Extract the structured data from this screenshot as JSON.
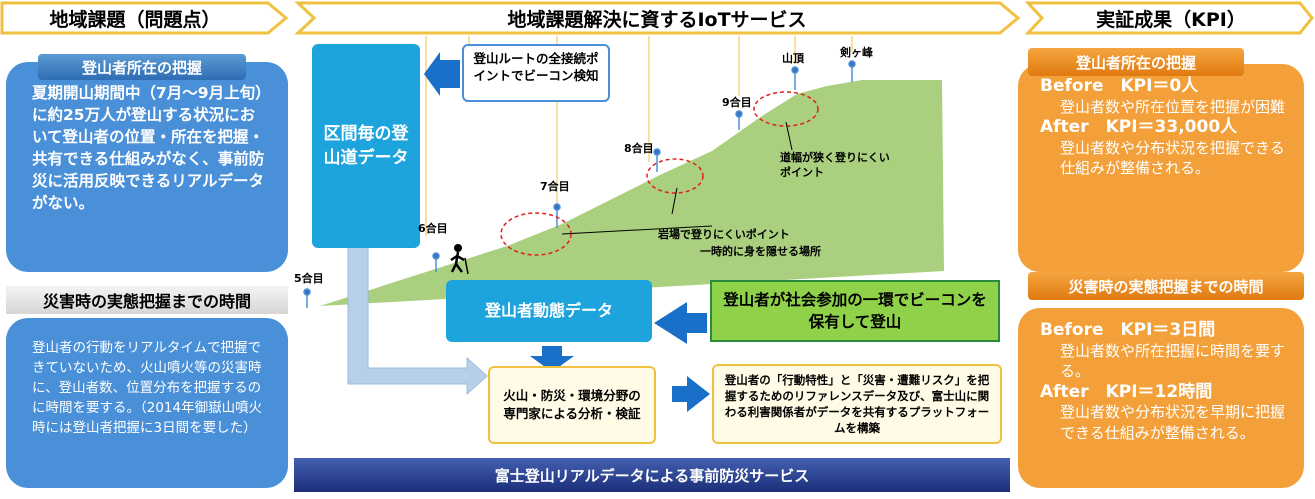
{
  "headers": {
    "left": "地域課題（問題点）",
    "center": "地域課題解決に資するIoTサービス",
    "right": "実証成果（KPI）"
  },
  "left": {
    "section1_label": "登山者所在の把握",
    "section1_text": "夏期開山期間中（7月～9月上旬）に約25万人が登山する状況において登山者の位置・所在を把握・共有できる仕組みがなく、事前防災に活用反映できるリアルデータがない。",
    "section2_label": "災害時の実態把握までの時間",
    "section2_text": "登山者の行動をリアルタイムで把握できていないため、火山噴火等の災害時に、登山者数、位置分布を把握するのに時間を要する。（2014年御嶽山噴火時には登山者把握に3日間を要した）"
  },
  "center": {
    "route_data": "区間毎の登山道データ",
    "beacon_note": "登山ルートの全接続ポイントでビーコン検知",
    "stations": [
      "5合目",
      "6合目",
      "7合目",
      "8合目",
      "9合目",
      "山頂",
      "剣ヶ峰"
    ],
    "annot_narrow": "道幅が狭く登りにくいポイント",
    "annot_rocky": "岩場で登りにくいポイント",
    "annot_shelter": "一時的に身を隠せる場所",
    "motion_data": "登山者動態データ",
    "green_text": "登山者が社会参加の一環でビーコンを保有して登山",
    "expert_text": "火山・防災・環境分野の専門家による分析・検証",
    "platform_text": "登山者の「行動特性」と「災害・遭難リスク」を把握するためのリファレンスデータ及び、富士山に関わる利害関係者がデータを共有するプラットフォームを構築",
    "bottom_bar": "富士登山リアルデータによる事前防災サービス"
  },
  "right": {
    "section1_label": "登山者所在の把握",
    "s1_before": "Before　KPI＝0人",
    "s1_before_desc": "登山者数や所在位置を把握が困難",
    "s1_after": "After　KPI＝33,000人",
    "s1_after_desc": "登山者数や分布状況を把握できる仕組みが整備される。",
    "section2_label": "災害時の実態把握までの時間",
    "s2_before": "Before　KPI＝3日間",
    "s2_before_desc": "登山者数や所在把握に時間を要する。",
    "s2_after": "After　KPI＝12時間",
    "s2_after_desc": "登山者数や分布状況を早期に把握できる仕組みが整備される。"
  },
  "colors": {
    "blue_box": "#4a90d9",
    "orange_box": "#f4a03a",
    "cyan": "#1ea4dd",
    "mountain": "#a9cf7f",
    "green_box": "#8fd24a",
    "bar": "#1c2f7a"
  }
}
